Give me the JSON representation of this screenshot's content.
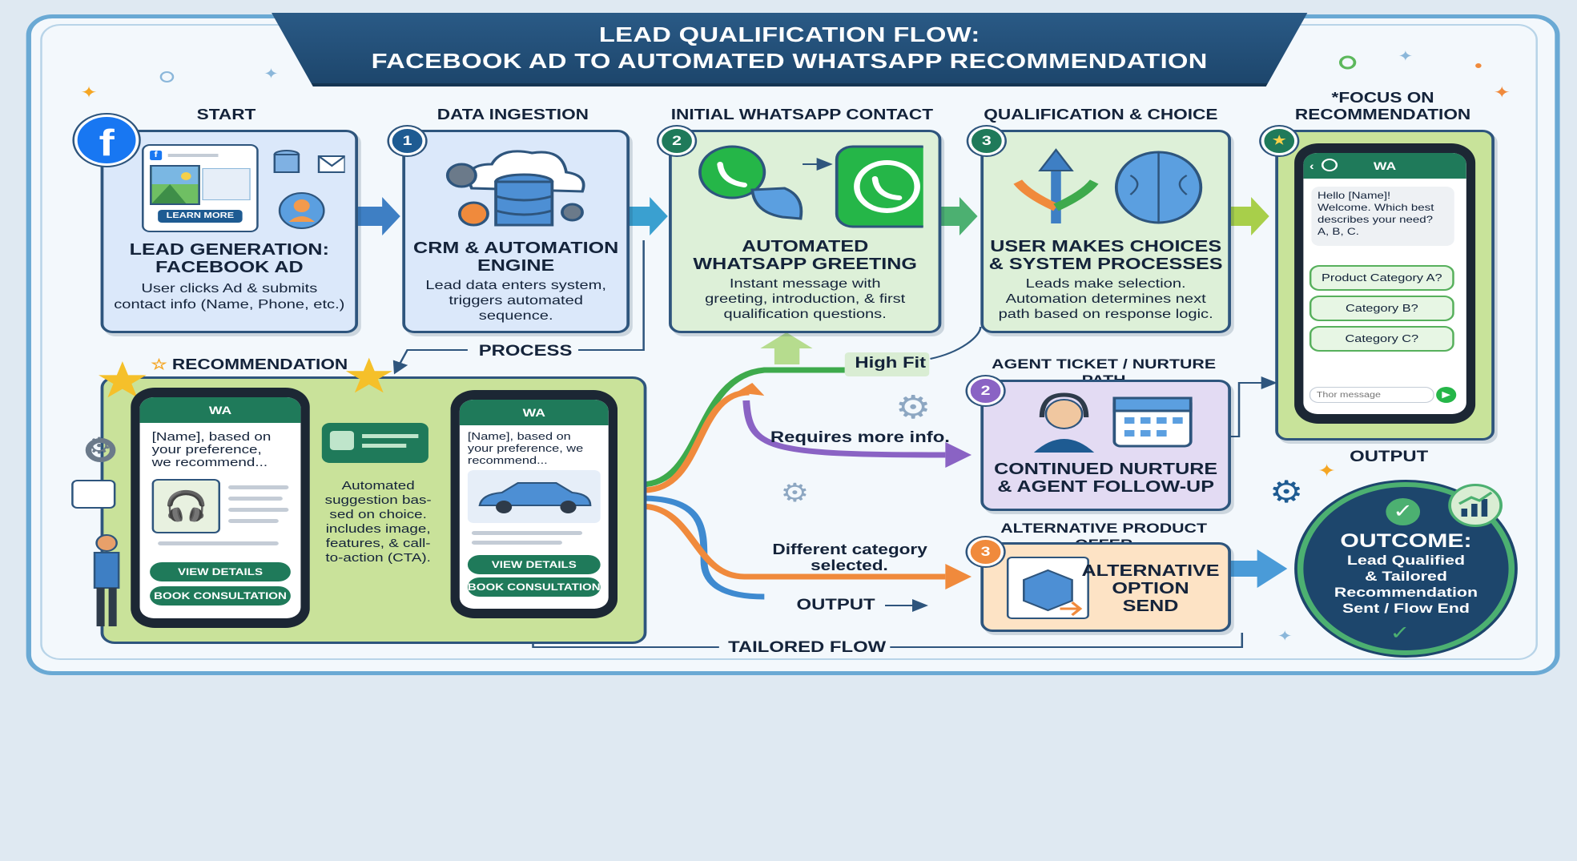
{
  "title": {
    "line1": "LEAD QUALIFICATION FLOW:",
    "line2": "FACEBOOK AD TO AUTOMATED WHATSAPP RECOMMENDATION"
  },
  "headers": {
    "start": "START",
    "ingestion": "DATA INGESTION",
    "contact": "INITIAL WHATSAPP CONTACT",
    "choice": "QUALIFICATION & CHOICE",
    "focus_line1": "*FOCUS ON",
    "focus_line2": "RECOMMENDATION",
    "recommendation": "RECOMMENDATION",
    "agent": "AGENT TICKET / NURTURE PATH",
    "alternative": "ALTERNATIVE PRODUCT OFFER"
  },
  "steps": {
    "lead": {
      "title1": "LEAD GENERATION:",
      "title2": "FACEBOOK AD",
      "desc1": "User clicks Ad & submits",
      "desc2": "contact info (Name, Phone, etc.)",
      "ad_button": "LEARN MORE"
    },
    "crm": {
      "badge": "1",
      "title1": "CRM & AUTOMATION",
      "title2": "ENGINE",
      "desc1": "Lead data enters system,",
      "desc2": "triggers automated",
      "desc3": "sequence."
    },
    "greeting": {
      "badge": "2",
      "title1": "AUTOMATED",
      "title2": "WHATSAPP GREETING",
      "desc1": "Instant message with",
      "desc2": "greeting, introduction, & first",
      "desc3": "qualification questions."
    },
    "choices": {
      "badge": "3",
      "title1": "USER MAKES CHOICES",
      "title2": "& SYSTEM PROCESSES",
      "desc1": "Leads make selection.",
      "desc2": "Automation determines next",
      "desc3": "path based on response logic."
    },
    "nurture": {
      "badge": "2",
      "title1": "CONTINUED NURTURE",
      "title2": "& AGENT FOLLOW-UP"
    },
    "alt": {
      "badge": "3",
      "title1": "ALTERNATIVE",
      "title2": "OPTION",
      "title3": "SEND"
    }
  },
  "focus_phone": {
    "app": "WA",
    "message": [
      "Hello [Name]!",
      "Welcome. Which best",
      "describes your need?",
      "A, B, C."
    ],
    "options": [
      "Product Category A?",
      "Category B?",
      "Category C?"
    ],
    "input_placeholder": "Thor message"
  },
  "rec_phone1": {
    "app": "WA",
    "message": [
      "[Name], based on",
      "your preference,",
      "we recommend..."
    ],
    "button1": "VIEW DETAILS",
    "button2": "BOOK CONSULTATION"
  },
  "rec_phone2": {
    "app": "WA",
    "message": [
      "[Name], based on",
      "your preference, we",
      "recommend..."
    ],
    "button1": "VIEW DETAILS",
    "button2": "BOOK CONSULTATION"
  },
  "suggestion_text": [
    "Automated",
    "suggestion bas-",
    "sed on choice.",
    "includes image,",
    "features, & call-",
    "to-action (CTA)."
  ],
  "labels": {
    "process": "PROCESS",
    "high_fit": "High Fit",
    "requires_more": "Requires more info.",
    "different1": "Different category",
    "different2": "selected.",
    "output_arrow": "OUTPUT",
    "output_right": "OUTPUT",
    "tailored": "TAILORED FLOW"
  },
  "outcome": {
    "title": "OUTCOME:",
    "lines": [
      "Lead Qualified",
      "& Tailored",
      "Recommendation",
      "Sent / Flow End"
    ]
  },
  "colors": {
    "navy": "#1d466c",
    "whatsapp_green": "#25b648",
    "facebook_blue": "#1877f2",
    "purple": "#8a63c4",
    "orange": "#f08a3c",
    "lime": "#a8cf4a"
  }
}
